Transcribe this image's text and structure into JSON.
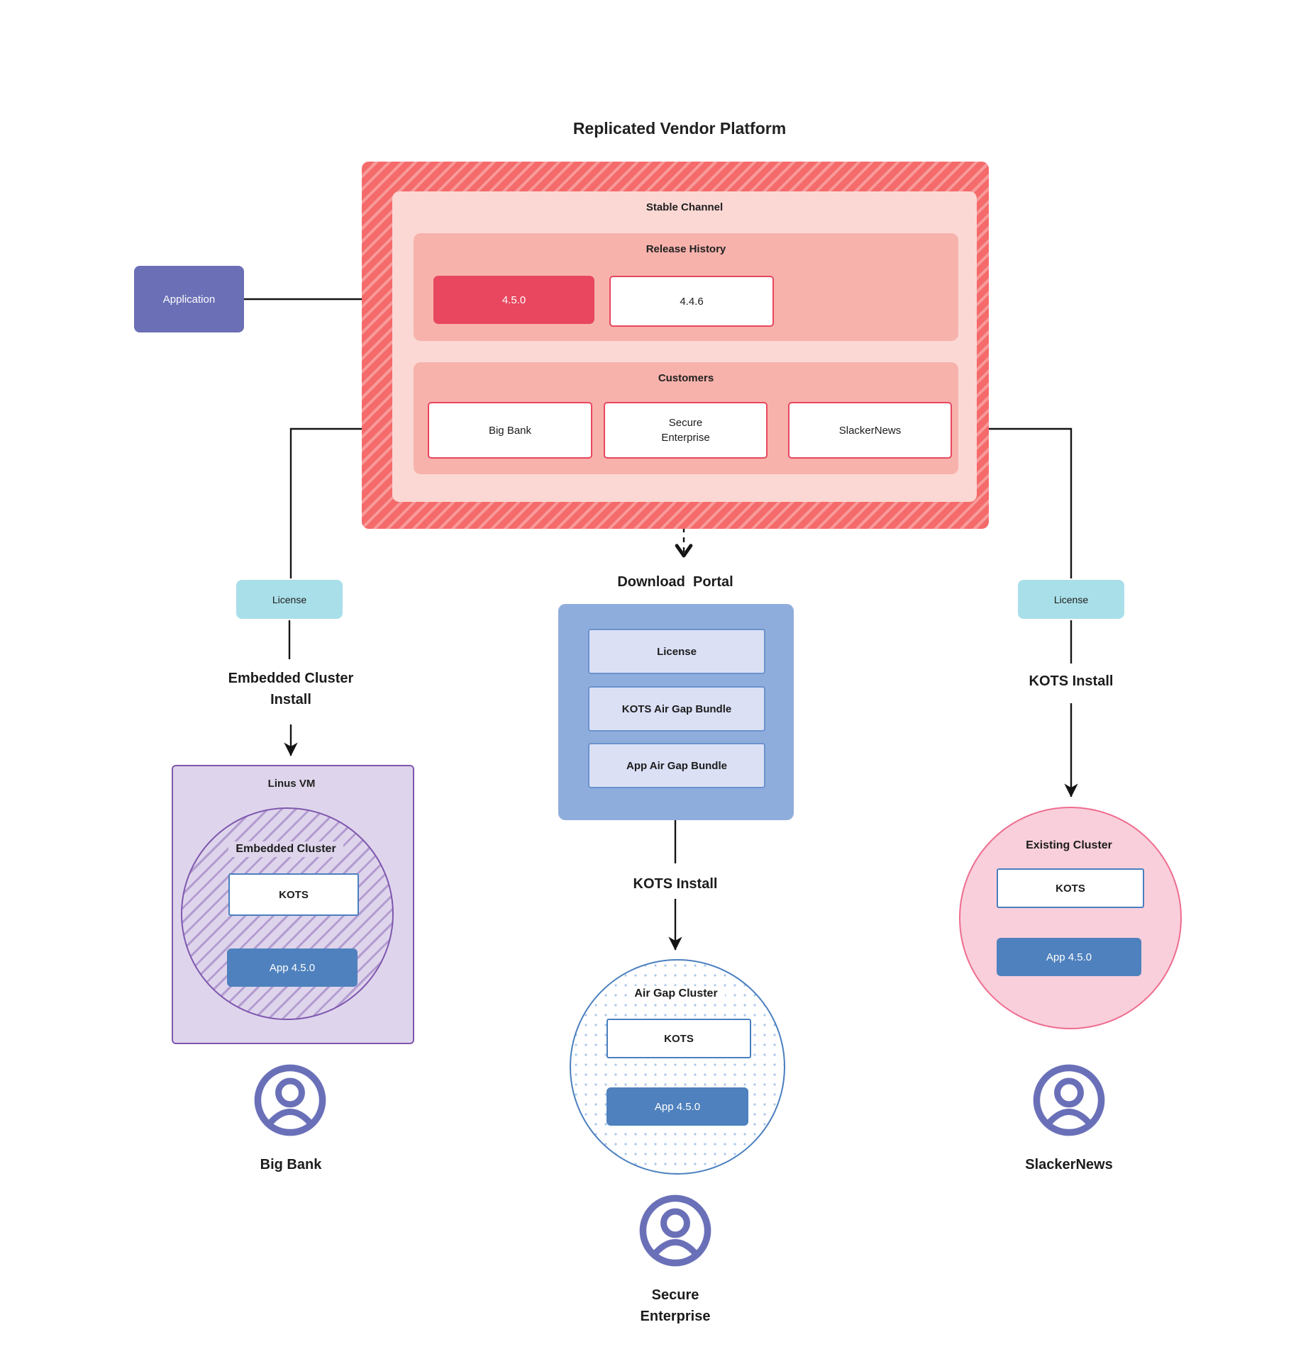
{
  "title": "Replicated Vendor Platform",
  "platform": {
    "stable_channel_label": "Stable Channel",
    "release_history_label": "Release History",
    "releases": [
      {
        "version": "4.5.0",
        "state": "current"
      },
      {
        "version": "4.4.6",
        "state": "previous"
      }
    ],
    "customers_label": "Customers",
    "customers": [
      "Big Bank",
      "Secure Enterprise",
      "SlackerNews"
    ]
  },
  "application_label": "Application",
  "left_flow": {
    "license_label": "License",
    "install_line1": "Embedded Cluster",
    "install_line2": "Install",
    "vm_label": "Linus VM",
    "cluster_label": "Embedded Cluster",
    "kots_label": "KOTS",
    "app_label": "App 4.5.0",
    "persona": "Big Bank"
  },
  "center_flow": {
    "portal_title": "Download  Portal",
    "portal_items": [
      "License",
      "KOTS Air Gap Bundle",
      "App Air Gap Bundle"
    ],
    "install_label": "KOTS Install",
    "cluster_label": "Air Gap Cluster",
    "kots_label": "KOTS",
    "app_label": "App 4.5.0",
    "persona_line1": "Secure",
    "persona_line2": "Enterprise"
  },
  "right_flow": {
    "license_label": "License",
    "install_label": "KOTS Install",
    "cluster_label": "Existing Cluster",
    "kots_label": "KOTS",
    "app_label": "App 4.5.0",
    "persona": "SlackerNews"
  },
  "colors": {
    "platform_red": "#E8475F",
    "platform_hatch_dark": "#F56A6A",
    "platform_hatch_light": "#F89A9A",
    "channel_pink": "#FBD8D4",
    "group_salmon": "#F7B2AC",
    "application_purple": "#6B6FB6",
    "license_teal": "#A9DFE9",
    "portal_blue": "#8FADDC",
    "portal_item_bg": "#DBE0F5",
    "app_blue": "#4E81BD",
    "kots_border_blue": "#4A7FBF",
    "vm_purple_bg": "#DED5EC",
    "vm_purple_border": "#7F57AE",
    "existing_pink_bg": "#F9CFDB",
    "existing_pink_border": "#EE6C8E",
    "persona_purple": "#6A70B8"
  }
}
